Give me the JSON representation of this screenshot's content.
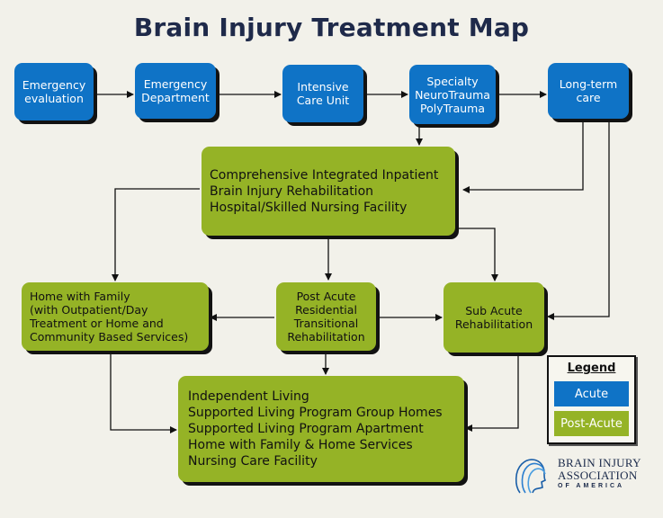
{
  "title": "Brain Injury Treatment Map",
  "colors": {
    "acute": "#0f73c6",
    "post_acute": "#95b326",
    "background": "#f2f1ea",
    "title": "#1f2a4a"
  },
  "nodes": {
    "emergency_evaluation": [
      "Emergency",
      "evaluation"
    ],
    "emergency_department": [
      "Emergency",
      "Department"
    ],
    "intensive_care": [
      "Intensive",
      "Care Unit"
    ],
    "specialty": [
      "Specialty",
      "NeuroTrauma",
      "PolyTrauma"
    ],
    "long_term_care": [
      "Long-term",
      "care"
    ],
    "inpatient_rehab": [
      "Comprehensive Integrated Inpatient",
      "Brain Injury Rehabilitation",
      "Hospital/Skilled Nursing Facility"
    ],
    "home_with_family": [
      "Home with Family",
      "(with Outpatient/Day",
      "Treatment or Home and",
      "Community Based Services)"
    ],
    "post_acute_residential": [
      "Post Acute",
      "Residential",
      "Transitional",
      "Rehabilitation"
    ],
    "sub_acute": [
      "Sub Acute",
      "Rehabilitation"
    ],
    "living_options": [
      "Independent Living",
      "Supported Living Program Group Homes",
      "Supported Living Program Apartment",
      "Home with Family & Home Services",
      "Nursing Care Facility"
    ]
  },
  "legend": {
    "title": "Legend",
    "acute": "Acute",
    "post_acute": "Post-Acute"
  },
  "logo": {
    "line1": "BRAIN INJURY",
    "line2": "ASSOCIATION",
    "line3": "OF AMERICA",
    "icon": "head-silhouettes-icon"
  }
}
